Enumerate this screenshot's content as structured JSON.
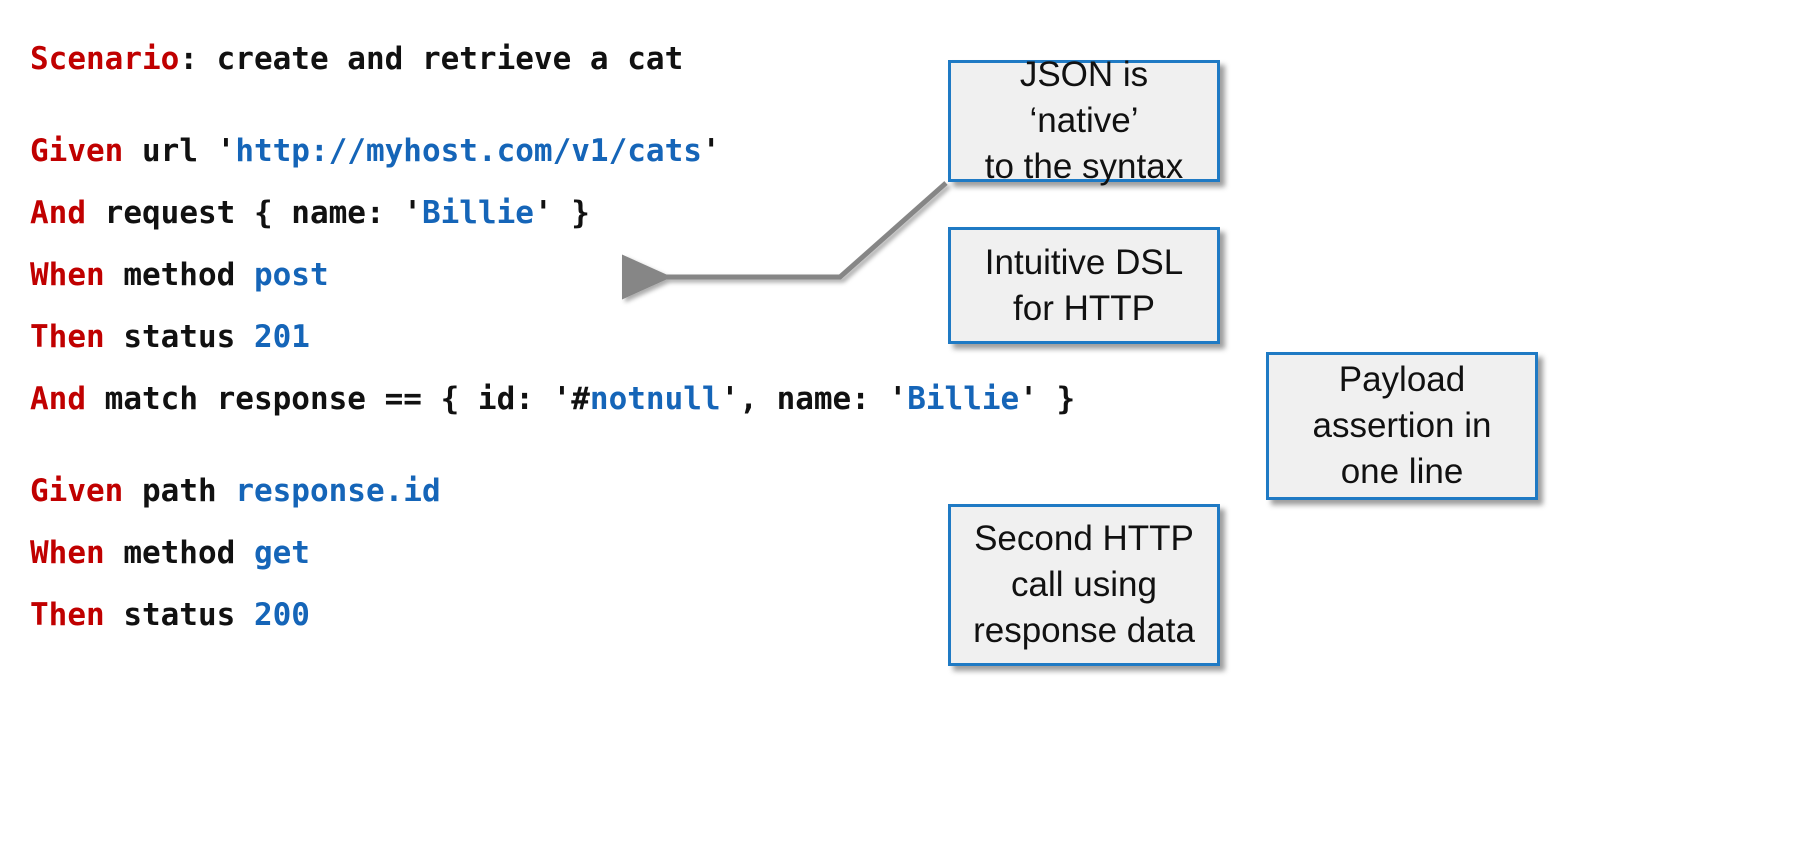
{
  "slide": {
    "background_color": "#ffffff",
    "keyword_color": "#c00000",
    "value_color": "#1565b8",
    "plain_color": "#111111",
    "callout_border_color": "#1f7ac4",
    "callout_fill_color": "#f0f0f0",
    "arrow_color": "#808080"
  },
  "code": {
    "lines": [
      {
        "id": "scenario",
        "tokens": [
          {
            "text": "Scenario",
            "style": "kw"
          },
          {
            "text": ": create and retrieve a cat",
            "style": "pln"
          }
        ],
        "plain": "Scenario: create and retrieve a cat"
      },
      {
        "id": "given-url",
        "tokens": [
          {
            "text": "Given",
            "style": "kw"
          },
          {
            "text": " url '",
            "style": "pln"
          },
          {
            "text": "http://myhost.com/v1/cats",
            "style": "val"
          },
          {
            "text": "'",
            "style": "pln"
          }
        ],
        "plain": "Given url 'http://myhost.com/v1/cats'"
      },
      {
        "id": "and-request",
        "tokens": [
          {
            "text": "And",
            "style": "kw"
          },
          {
            "text": " request { name: '",
            "style": "pln"
          },
          {
            "text": "Billie",
            "style": "val"
          },
          {
            "text": "' }",
            "style": "pln"
          }
        ],
        "plain": "And request { name: 'Billie' }"
      },
      {
        "id": "when-method-post",
        "tokens": [
          {
            "text": "When",
            "style": "kw"
          },
          {
            "text": " method ",
            "style": "pln"
          },
          {
            "text": "post",
            "style": "val"
          }
        ],
        "plain": "When method post"
      },
      {
        "id": "then-status-201",
        "tokens": [
          {
            "text": "Then",
            "style": "kw"
          },
          {
            "text": " status ",
            "style": "pln"
          },
          {
            "text": "201",
            "style": "val"
          }
        ],
        "plain": "Then status 201"
      },
      {
        "id": "and-match-response",
        "tokens": [
          {
            "text": "And",
            "style": "kw"
          },
          {
            "text": " match response == { id: '#",
            "style": "pln"
          },
          {
            "text": "notnull",
            "style": "val"
          },
          {
            "text": "', name: '",
            "style": "pln"
          },
          {
            "text": "Billie",
            "style": "val"
          },
          {
            "text": "' }",
            "style": "pln"
          }
        ],
        "plain": "And match response == { id: '#notnull', name: 'Billie' }"
      },
      {
        "id": "given-path",
        "tokens": [
          {
            "text": "Given",
            "style": "kw"
          },
          {
            "text": " path ",
            "style": "pln"
          },
          {
            "text": "response.id",
            "style": "val"
          }
        ],
        "plain": "Given path response.id"
      },
      {
        "id": "when-method-get",
        "tokens": [
          {
            "text": "When",
            "style": "kw"
          },
          {
            "text": " method ",
            "style": "pln"
          },
          {
            "text": "get",
            "style": "val"
          }
        ],
        "plain": "When method get"
      },
      {
        "id": "then-status-200",
        "tokens": [
          {
            "text": "Then",
            "style": "kw"
          },
          {
            "text": " status ",
            "style": "pln"
          },
          {
            "text": "200",
            "style": "val"
          }
        ],
        "plain": "Then status 200"
      }
    ]
  },
  "callouts": {
    "json_native": {
      "line1": "JSON is ‘native’",
      "line2": "to the syntax"
    },
    "intuitive_dsl": {
      "line1": "Intuitive DSL",
      "line2": "for HTTP"
    },
    "payload_assertion": {
      "line1": "Payload",
      "line2": "assertion in",
      "line3": "one line"
    },
    "second_http": {
      "line1": "Second HTTP",
      "line2": "call using",
      "line3": "response data"
    }
  }
}
